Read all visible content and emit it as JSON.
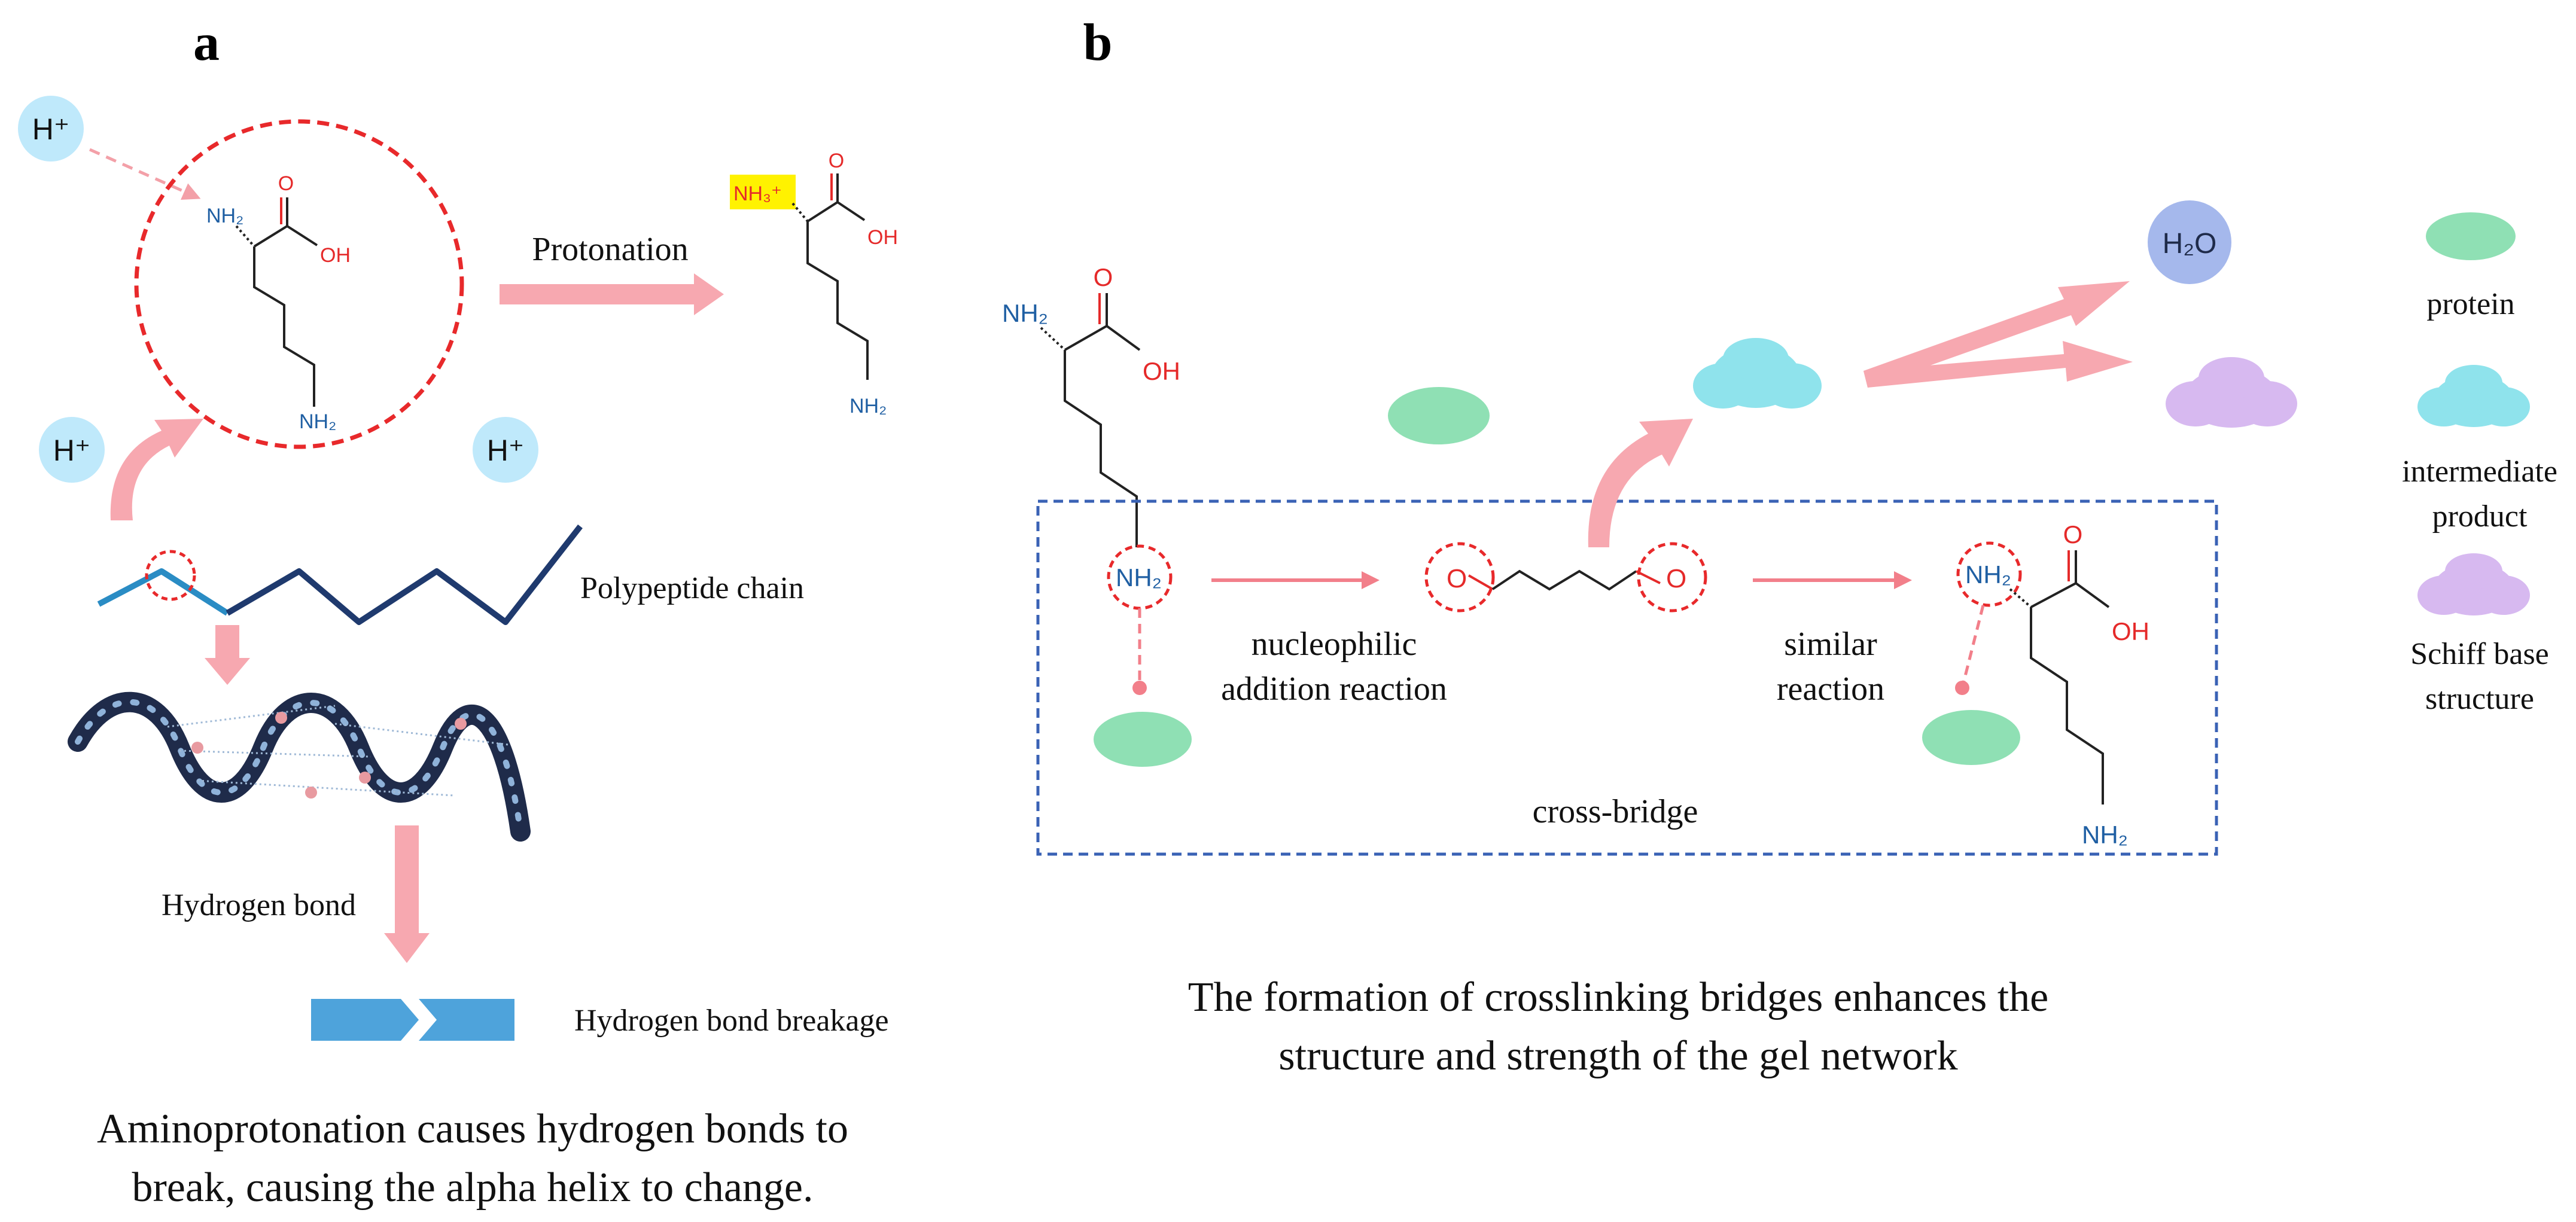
{
  "colors": {
    "arrow_pink": "#f7a8b0",
    "circle_red": "#e8292b",
    "chem_blue": "#1f5fa3",
    "chem_red": "#e52a2a",
    "helix_blue": "#1f5a96",
    "box_blue": "#3a62b5",
    "protein_green": "#8fe0b4",
    "intermediate_cyan": "#8fe3ec",
    "schiff_purple": "#d7b9f0",
    "water_blue": "#a5b8ec",
    "ion_blue": "#bfe9fb",
    "highlight_yellow": "#fff200",
    "bond_break_blue": "#4ea3db"
  },
  "panel_a": {
    "label": "a",
    "h_plus": "H⁺",
    "nh2": "NH₂",
    "nh3_plus": "NH₃⁺",
    "o": "O",
    "oh": "OH",
    "protonation": "Protonation",
    "polypeptide": "Polypeptide chain",
    "hydrogen_bond": "Hydrogen bond",
    "bond_breakage": "Hydrogen bond breakage",
    "caption_line1": "Aminoprotonation causes hydrogen bonds to",
    "caption_line2": "break, causing the alpha helix to change."
  },
  "panel_b": {
    "label": "b",
    "nh2": "NH₂",
    "o": "O",
    "oh": "OH",
    "water": "H₂O",
    "nucleophilic_line1": "nucleophilic",
    "nucleophilic_line2": "addition reaction",
    "similar_line1": "similar",
    "similar_line2": "reaction",
    "cross_bridge": "cross-bridge",
    "caption_line1": "The formation of crosslinking bridges enhances the",
    "caption_line2": "structure and strength of the gel network"
  },
  "legend": {
    "protein": "protein",
    "intermediate_line1": "intermediate",
    "intermediate_line2": "product",
    "schiff_line1": "Schiff base",
    "schiff_line2": "structure"
  }
}
